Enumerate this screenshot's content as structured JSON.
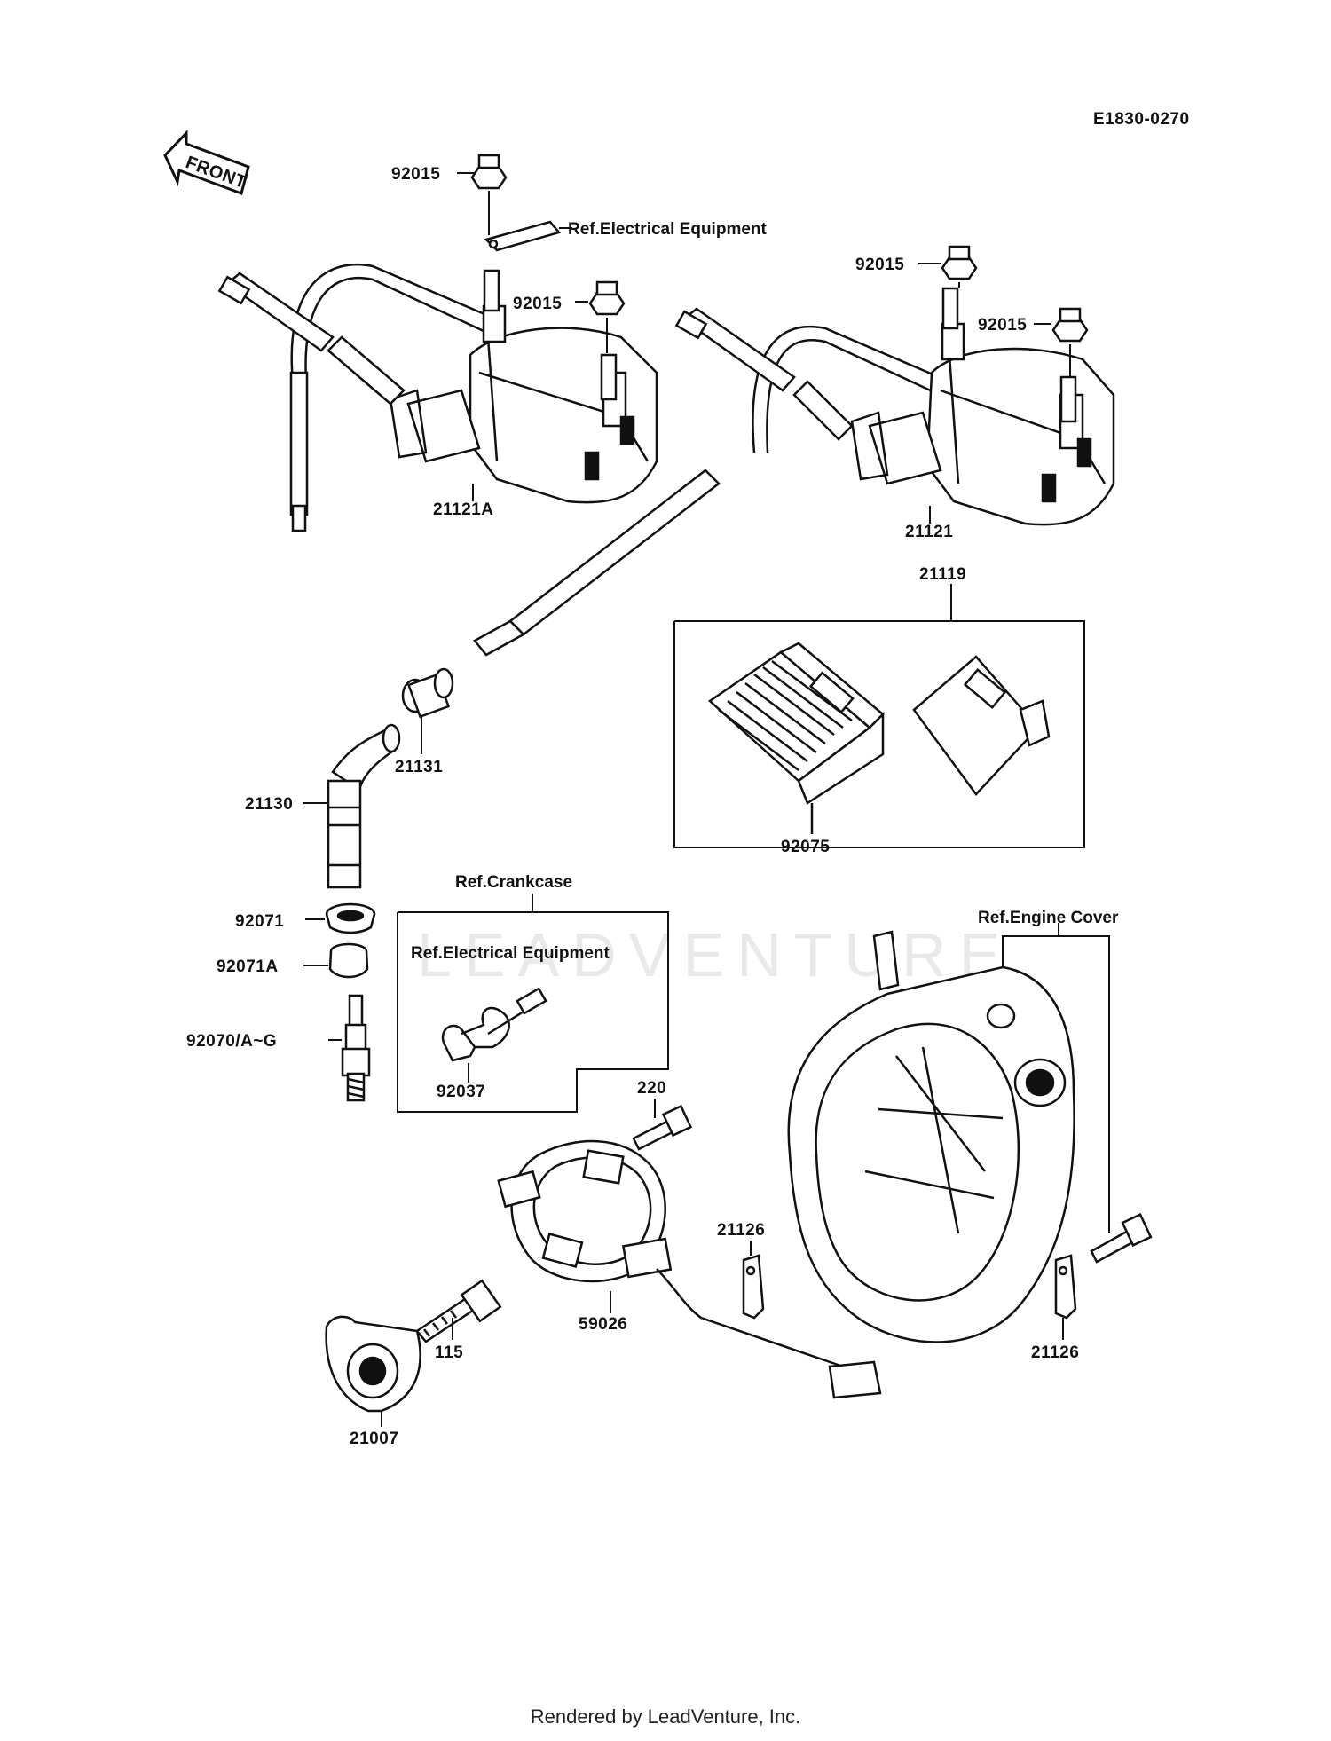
{
  "diagram_id": "E1830-0270",
  "front_label": "FRONT",
  "watermark": "LEADVENTURE",
  "footer": "Rendered by LeadVenture, Inc.",
  "callouts": {
    "nut_top_left": "92015",
    "nut_mid_left": "92015",
    "nut_top_right": "92015",
    "nut_mid_right": "92015",
    "coil_left": "21121A",
    "coil_right": "21121",
    "igniter_group": "21119",
    "igniter": "92075",
    "cap_joint": "21131",
    "plug_cap": "21130",
    "seal": "92071",
    "seal_a": "92071A",
    "spark_plug": "92070/A~G",
    "clamp": "92037",
    "bolt_220": "220",
    "stator": "59026",
    "bolt_115": "115",
    "rotor": "21007",
    "plate_left": "21126",
    "plate_right": "21126"
  },
  "refs": {
    "electrical_top": "Ref.Electrical Equipment",
    "crankcase": "Ref.Crankcase",
    "electrical_box": "Ref.Electrical Equipment",
    "engine_cover": "Ref.Engine Cover"
  }
}
